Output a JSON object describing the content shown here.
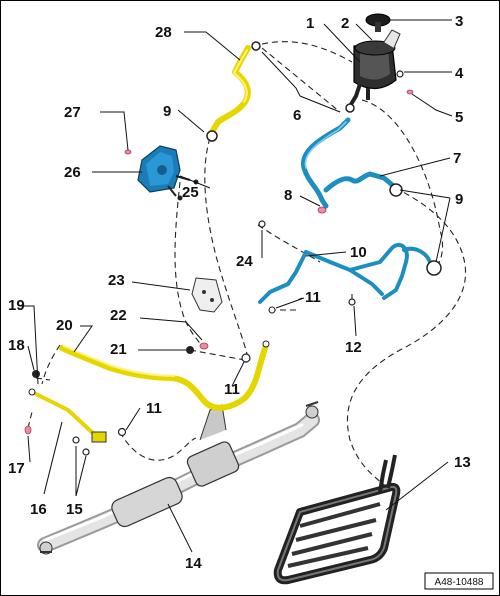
{
  "figure": {
    "reference_code": "A48-10488",
    "callouts": [
      {
        "id": "1",
        "text": "1"
      },
      {
        "id": "2",
        "text": "2"
      },
      {
        "id": "3",
        "text": "3"
      },
      {
        "id": "4",
        "text": "4"
      },
      {
        "id": "5",
        "text": "5"
      },
      {
        "id": "6",
        "text": "6"
      },
      {
        "id": "7",
        "text": "7"
      },
      {
        "id": "8",
        "text": "8"
      },
      {
        "id": "9a",
        "text": "9"
      },
      {
        "id": "9b",
        "text": "9"
      },
      {
        "id": "10",
        "text": "10"
      },
      {
        "id": "11a",
        "text": "11"
      },
      {
        "id": "11b",
        "text": "11"
      },
      {
        "id": "11c",
        "text": "11"
      },
      {
        "id": "12",
        "text": "12"
      },
      {
        "id": "13",
        "text": "13"
      },
      {
        "id": "14",
        "text": "14"
      },
      {
        "id": "15",
        "text": "15"
      },
      {
        "id": "16",
        "text": "16"
      },
      {
        "id": "17",
        "text": "17"
      },
      {
        "id": "18",
        "text": "18"
      },
      {
        "id": "19",
        "text": "19"
      },
      {
        "id": "20",
        "text": "20"
      },
      {
        "id": "21",
        "text": "21"
      },
      {
        "id": "22",
        "text": "22"
      },
      {
        "id": "23",
        "text": "23"
      },
      {
        "id": "24",
        "text": "24"
      },
      {
        "id": "25",
        "text": "25"
      },
      {
        "id": "26",
        "text": "26"
      },
      {
        "id": "27",
        "text": "27"
      },
      {
        "id": "28",
        "text": "28"
      }
    ]
  },
  "colors": {
    "pressure_line": "#e6d600",
    "return_line": "#1c8fc0",
    "seal": "#f08aa0",
    "cooler": "#2a2a2a",
    "rack": "#d8d8d8"
  }
}
